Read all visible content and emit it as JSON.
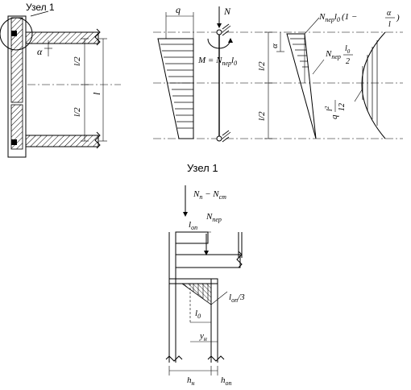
{
  "labels": {
    "node_callout": "Узел 1",
    "node_title": "Узел 1",
    "left_dim_l": "l",
    "left_dim_half_top": "l/2",
    "left_dim_half_bot": "l/2",
    "left_alpha": "α",
    "q": "q",
    "N": "N",
    "M_eq": "M = N",
    "M_sub": "пер",
    "M_l0": "l",
    "M_l0_sub": "0",
    "mid_half_top": "l/2",
    "mid_half_bot": "l/2",
    "mid_alpha": "α",
    "top_formula_N": "N",
    "top_formula_sub": "пер",
    "top_formula_rest": "l",
    "top_formula_l0sub": "0",
    "top_formula_paren": "(1 −",
    "top_formula_num": "α",
    "top_formula_den": "l",
    "top_formula_close": ")",
    "mid_formula_N": "N",
    "mid_formula_sub": "пер",
    "mid_formula_num": "l",
    "mid_formula_numsub": "0",
    "mid_formula_den": "2",
    "par_q": "q",
    "par_num": "l",
    "par_num_sup": "2",
    "par_den": "12",
    "det_Nn": "N",
    "det_Nn_sub": "п",
    "det_minus": " − N",
    "det_Nst_sub": "ст",
    "det_Nper": "N",
    "det_Nper_sub": "пер",
    "det_lop": "l",
    "det_lop_sub": "оп",
    "det_lop3": "l",
    "det_lop3_sub": "оп",
    "det_lop3_tail": "/3",
    "det_l0": "l",
    "det_l0_sub": "0",
    "det_yn": "y",
    "det_yn_sub": "н",
    "det_hn": "h",
    "det_hn_sub": "н",
    "det_hop": "h",
    "det_hop_sub": "оп"
  }
}
